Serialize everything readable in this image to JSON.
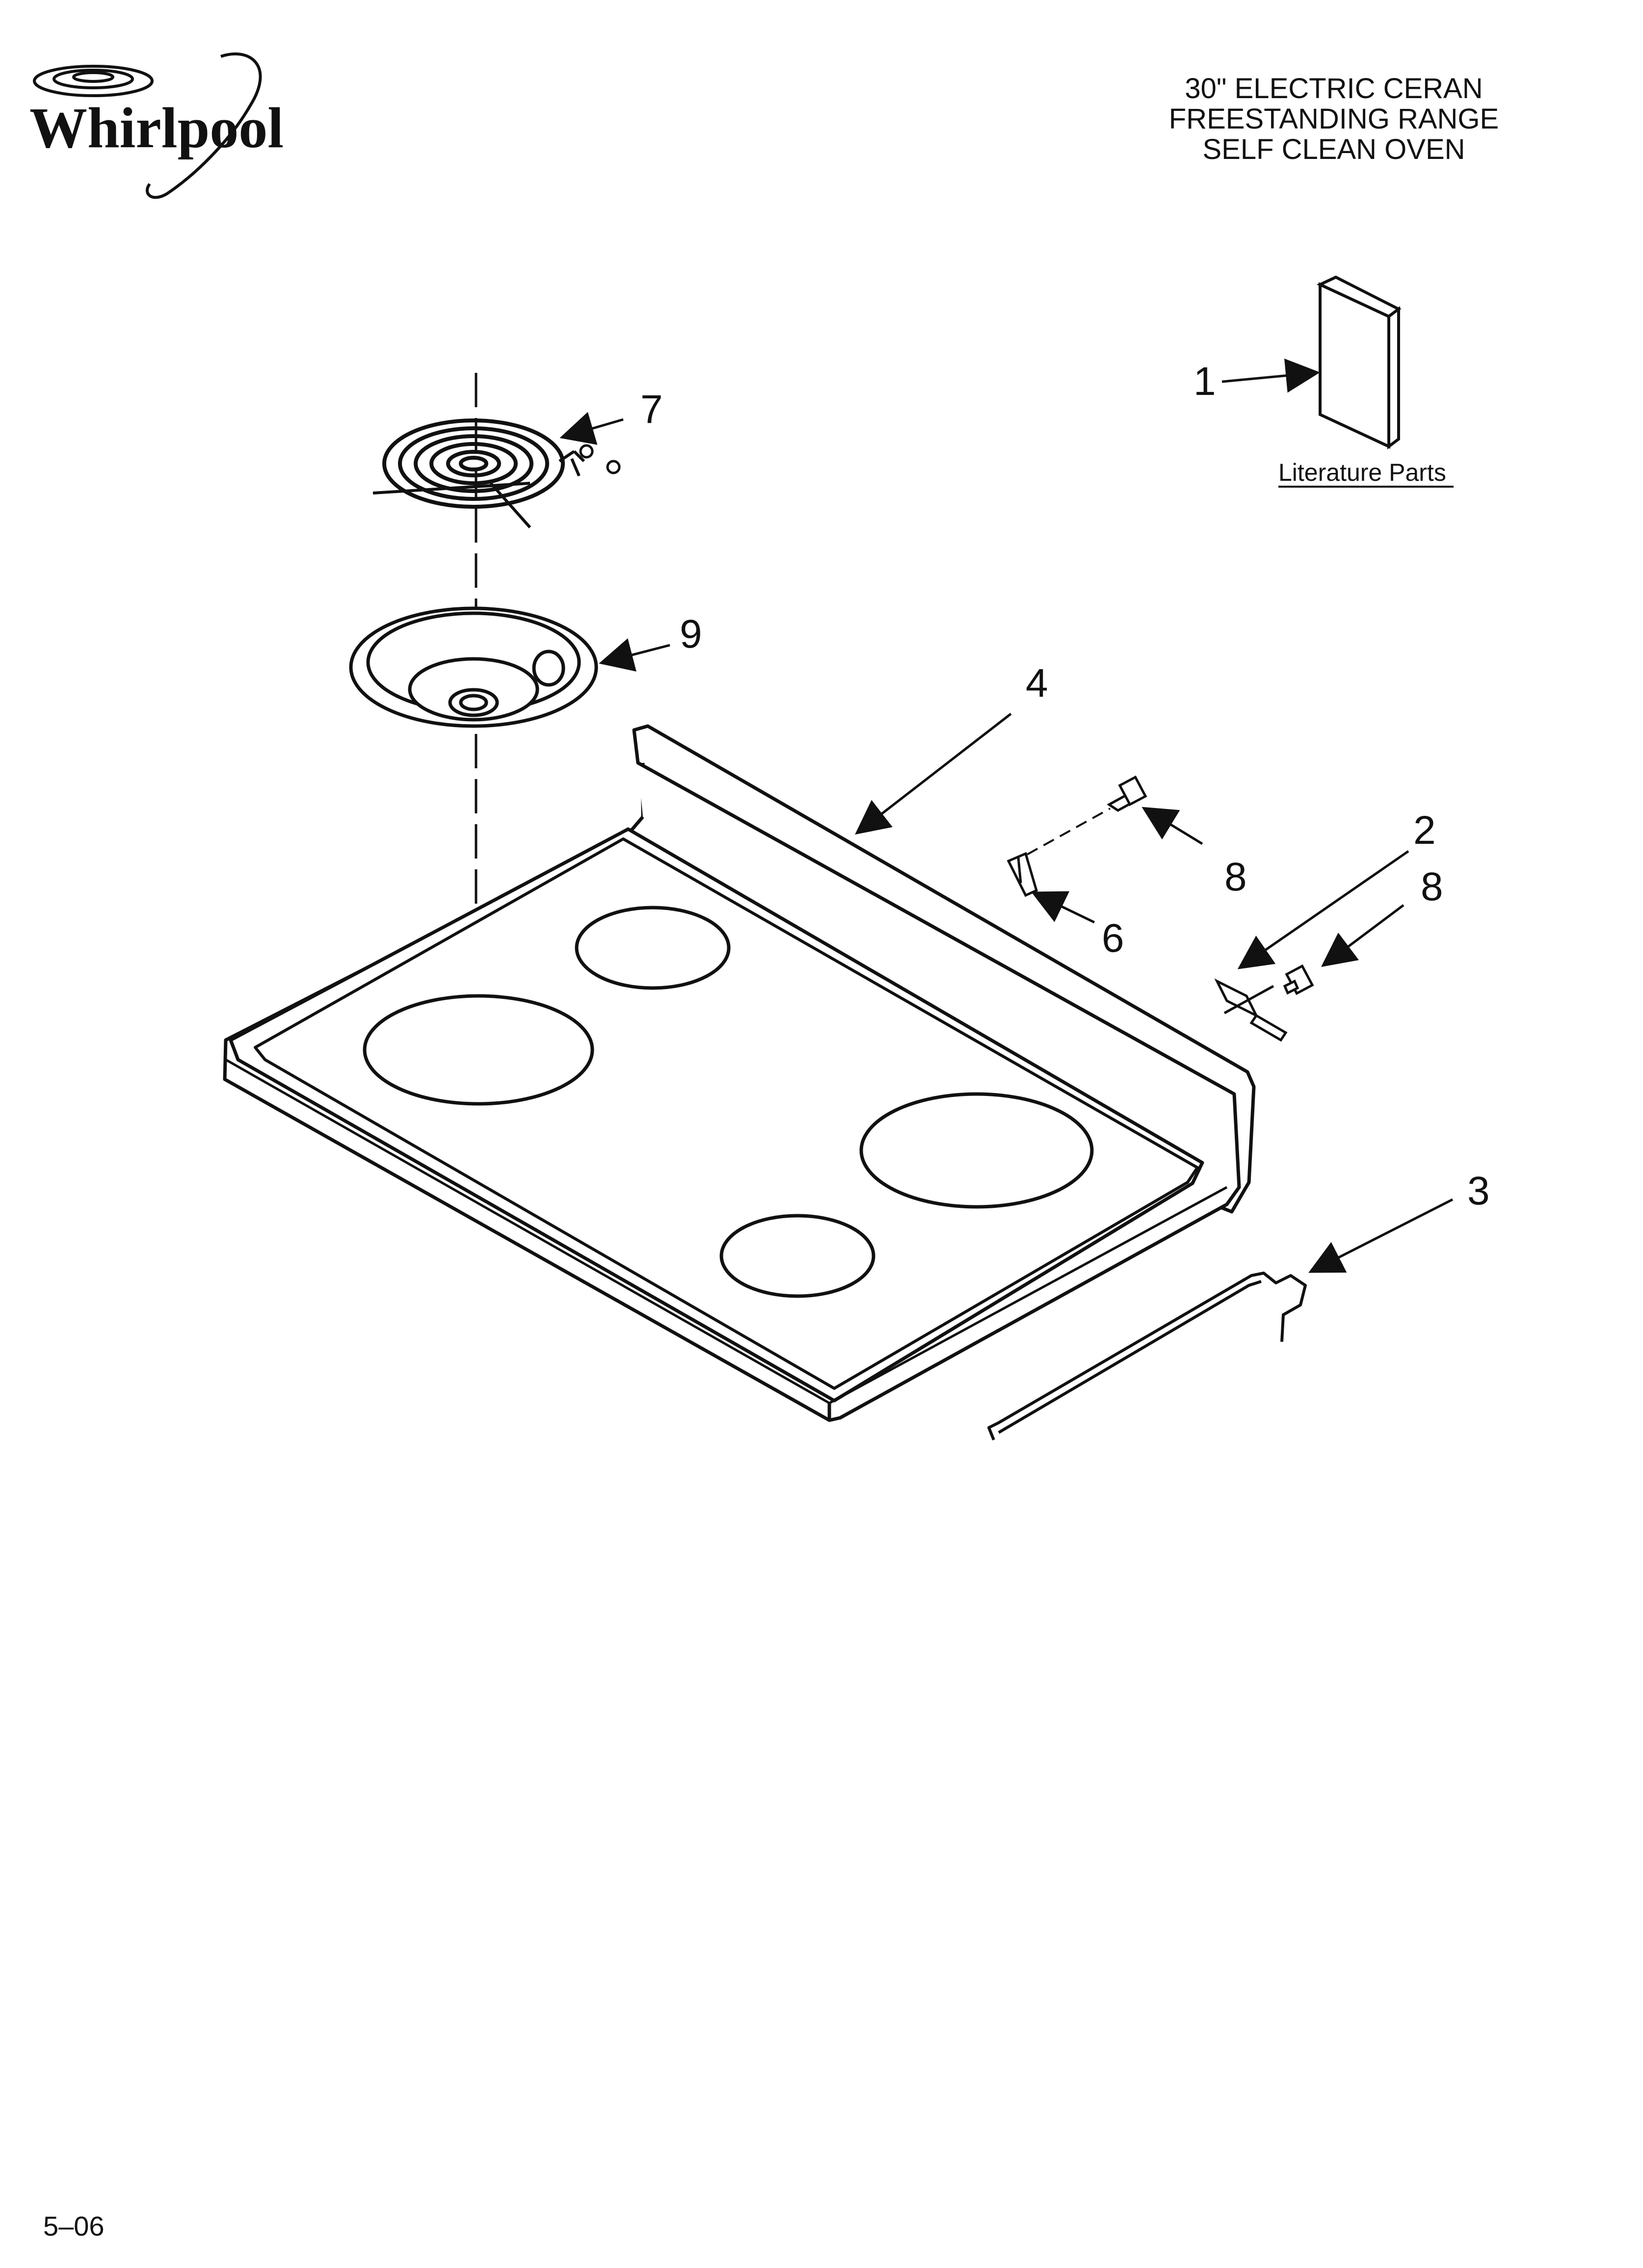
{
  "brand": {
    "name": "Whirlpool",
    "icon": "whirlpool-swirl-logo"
  },
  "header": {
    "line1": "30\" ELECTRIC CERAN",
    "line2": "FREESTANDING RANGE",
    "line3": "SELF CLEAN OVEN"
  },
  "literature": {
    "label": "Literature Parts"
  },
  "callouts": {
    "c1": "1",
    "c2": "2",
    "c3": "3",
    "c4": "4",
    "c6": "6",
    "c7": "7",
    "c8a": "8",
    "c8b": "8",
    "c9": "9"
  },
  "footer": {
    "date_code": "5–06"
  },
  "colors": {
    "ink": "#111111",
    "paper": "#ffffff"
  }
}
